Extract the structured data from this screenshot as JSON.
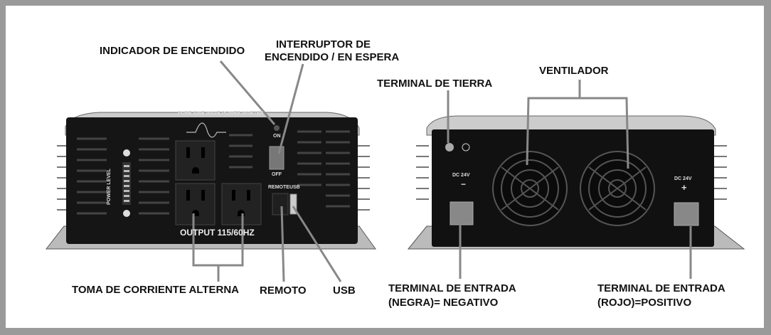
{
  "labels": {
    "power_indicator": "INDICADOR DE ENCENDIDO",
    "power_switch_line1": "INTERRUPTOR DE",
    "power_switch_line2": "ENCENDIDO / EN ESPERA",
    "ac_outlet": "TOMA DE CORRIENTE ALTERNA",
    "remote": "REMOTO",
    "usb": "USB",
    "ground_terminal": "TERMINAL DE TIERRA",
    "fan": "VENTILADOR",
    "neg_terminal_line1": "TERMINAL DE ENTRADA",
    "neg_terminal_line2": "(NEGRA)= NEGATIVO",
    "pos_terminal_line1": "TERMINAL DE ENTRADA",
    "pos_terminal_line2": "(ROJO)=POSITIVO"
  },
  "device_text": {
    "front_title": "PURE SINE WAVE POWER INVETER",
    "power_level": "POWER LEVEL",
    "switch_on": "ON",
    "switch_off": "OFF",
    "remote_usb": "REMOTEUSB",
    "output": "OUTPUT 115/60HZ",
    "dc_neg": "DC 24V",
    "dc_pos": "DC 24V",
    "minus": "−",
    "plus": "+"
  }
}
